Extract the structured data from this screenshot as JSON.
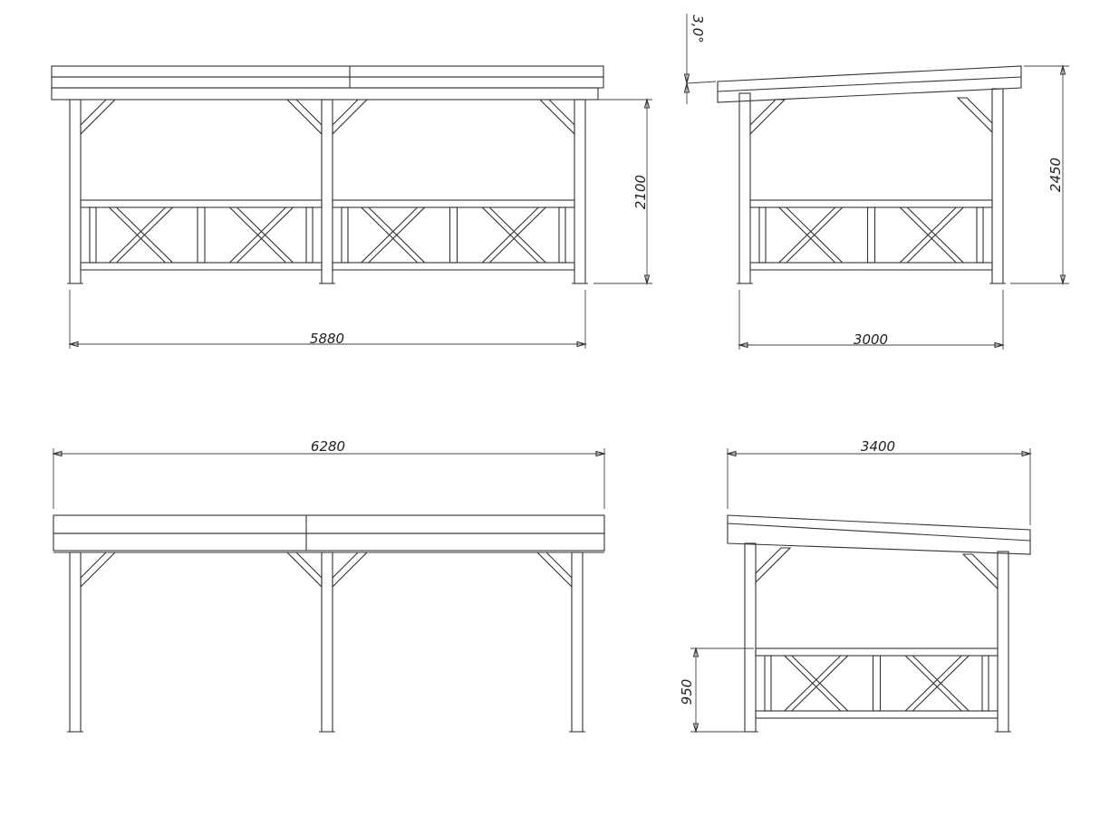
{
  "drawing": {
    "front_view": {
      "width_label": "5880",
      "height_label": "2100"
    },
    "side_view": {
      "width_label": "3000",
      "height_label": "2450",
      "roof_angle_label": "3,0°"
    },
    "top_front_view": {
      "width_label": "6280"
    },
    "top_side_view": {
      "width_label": "3400",
      "rail_height_label": "950"
    },
    "line_color": "#333333"
  }
}
